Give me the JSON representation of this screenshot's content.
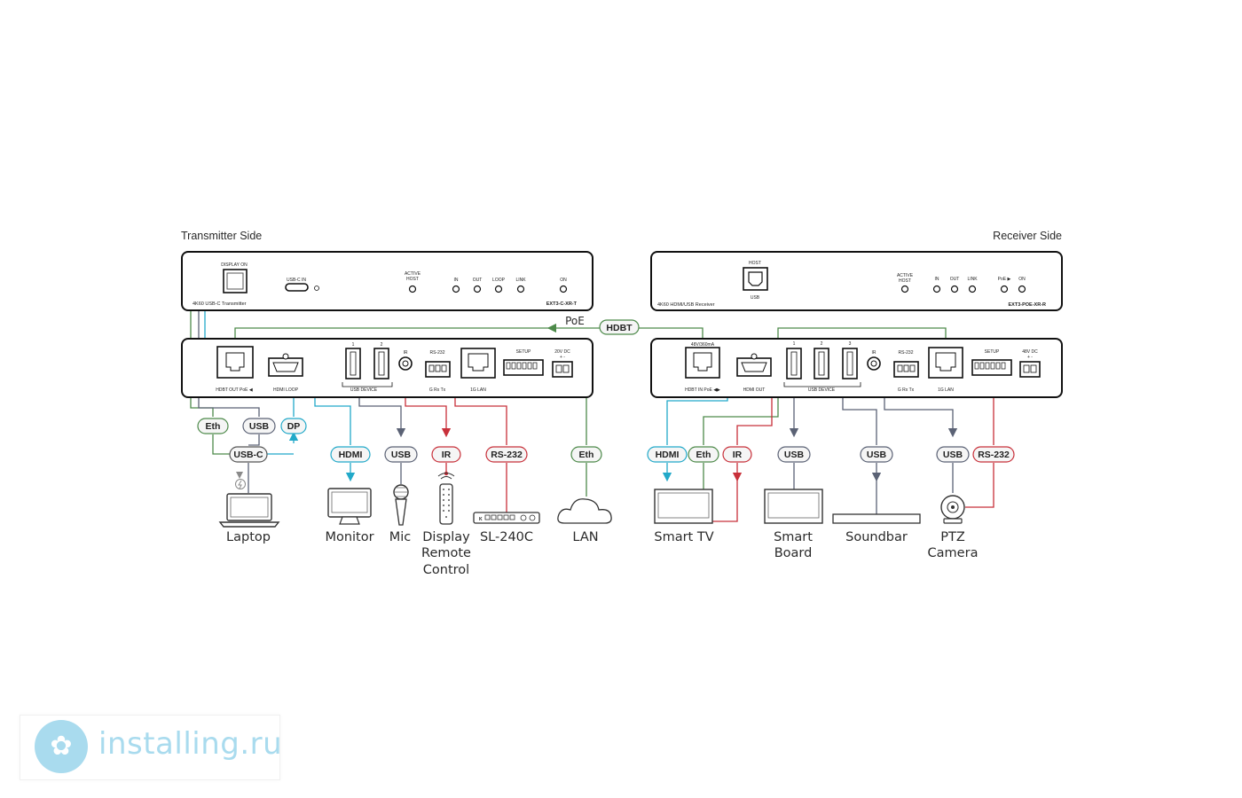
{
  "sides": {
    "tx": "Transmitter Side",
    "rx": "Receiver Side"
  },
  "tx_front": {
    "display_on": "DISPLAY ON",
    "usbc_in": "USB-C IN",
    "model_desc": "4K60 USB-C Transmitter",
    "active_host": [
      "ACTIVE",
      "HOST"
    ],
    "leds": [
      "IN",
      "OUT",
      "LOOP",
      "LINK",
      "ON"
    ],
    "model": "EXT3-C-XR-T"
  },
  "rx_front": {
    "host": "HOST",
    "usb": "USB",
    "model_desc": "4K60 HDMI/USB Receiver",
    "active_host": [
      "ACTIVE",
      "HOST"
    ],
    "leds": [
      "IN",
      "OUT",
      "LINK",
      "PoE ▶",
      "ON"
    ],
    "model": "EXT3-POE-XR-R"
  },
  "tx_rear": {
    "hdbt_out": "HDBT OUT PoE ◀",
    "hdmi_loop": "HDMI LOOP",
    "usb_nums": [
      "1",
      "2"
    ],
    "usb_device": "USB DEVICE",
    "ir": "IR",
    "rs232": "RS-232",
    "grxtx": "G Rx Tx",
    "lan": "1G LAN",
    "setup": "SETUP",
    "dc": "20V DC",
    "pm": "+  -"
  },
  "rx_rear": {
    "power_rating": "48V/360mA",
    "hdbt_in": "HDBT IN PoE ◀▶",
    "hdmi_out": "HDMI OUT",
    "usb_nums": [
      "1",
      "2",
      "3"
    ],
    "usb_device": "USB DEVICE",
    "ir": "IR",
    "rs232": "RS-232",
    "grxtx": "G Rx Tx",
    "lan": "1G LAN",
    "setup": "SETUP",
    "dc": "48V DC",
    "pm": "+  -"
  },
  "link": {
    "poe": "PoE",
    "hdbt": "HDBT"
  },
  "tags": {
    "tx_eth": "Eth",
    "tx_usb": "USB",
    "tx_dp": "DP",
    "tx_usbc": "USB-C",
    "tx_hdmi": "HDMI",
    "tx_usb2": "USB",
    "tx_ir": "IR",
    "tx_rs232": "RS-232",
    "tx_eth2": "Eth",
    "rx_hdmi": "HDMI",
    "rx_eth": "Eth",
    "rx_ir": "IR",
    "rx_usb1": "USB",
    "rx_usb2": "USB",
    "rx_usb3": "USB",
    "rx_rs232": "RS-232"
  },
  "devices": {
    "laptop": "Laptop",
    "monitor": "Monitor",
    "mic": "Mic",
    "remote": [
      "Display",
      "Remote",
      "Control"
    ],
    "sl240c": "SL-240C",
    "lan": "LAN",
    "smart_tv": "Smart TV",
    "smart_board": [
      "Smart",
      "Board"
    ],
    "soundbar": "Soundbar",
    "ptz": [
      "PTZ",
      "Camera"
    ]
  },
  "colors": {
    "green": "#4d8a4a",
    "cyan": "#22a9c9",
    "red": "#c8303a",
    "slate": "#5b6275",
    "gray": "#8a8a8a",
    "tag_bg": "#f5f5f5"
  },
  "watermark": {
    "text": "installing.ru",
    "logo_icon": "tree-icon"
  }
}
